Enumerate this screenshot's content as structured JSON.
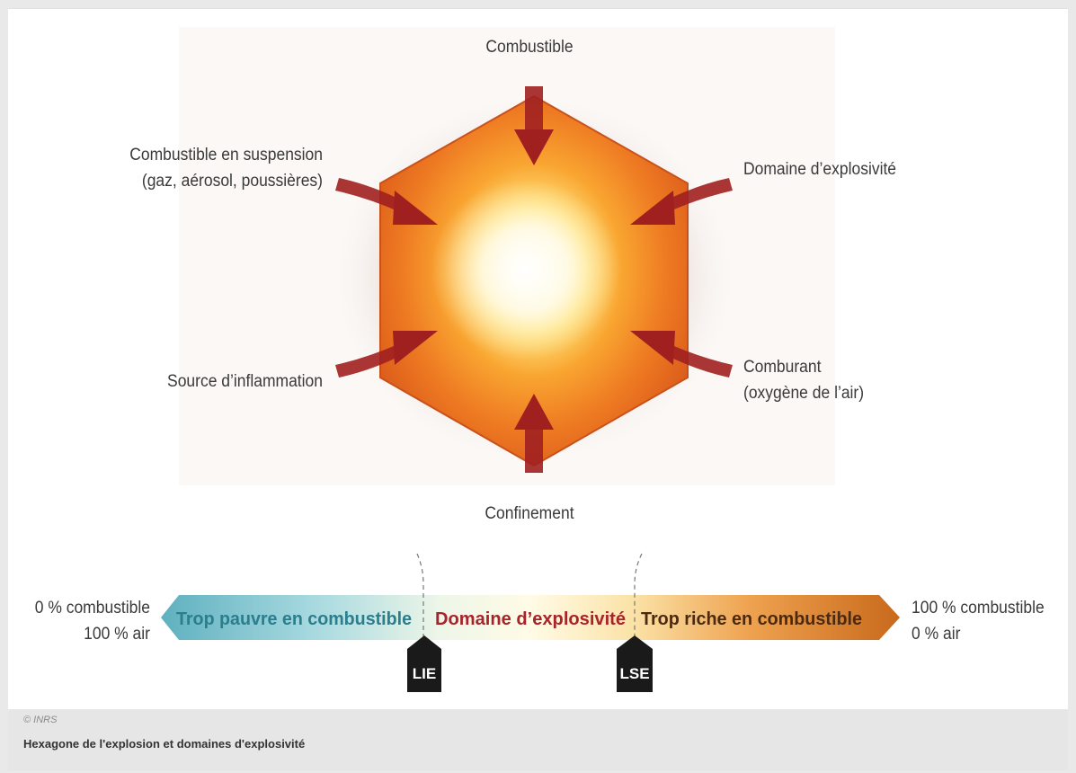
{
  "hexagon": {
    "top_label": "Combustible",
    "upper_left_label": [
      "Combustible en suspension",
      "(gaz, aérosol, poussières)"
    ],
    "upper_right_label": "Domaine d’explosivité",
    "lower_left_label": "Source d’inflammation",
    "lower_right_label": [
      "Comburant",
      "(oxygène de l’air)"
    ],
    "bottom_label": "Confinement"
  },
  "scale": {
    "left_label": [
      "0 % combustible",
      "100 % air"
    ],
    "right_label": [
      "100 % combustible",
      "0 % air"
    ],
    "zones": [
      {
        "label": "Trop pauvre en combustible",
        "color": "#2b7e8c"
      },
      {
        "label": "Domaine d’explosivité",
        "color": "#a8232a"
      },
      {
        "label": "Trop riche en combustible",
        "color": "#4a2a10"
      }
    ],
    "markers": [
      "LIE",
      "LSE"
    ]
  },
  "caption": {
    "credit": "© INRS",
    "title": "Hexagone de l'explosion et domaines d'explosivité"
  },
  "colors": {
    "arrow": "#a02020",
    "hexagon_fill": "#e8701e",
    "marker_bg": "#1a1a1a"
  }
}
